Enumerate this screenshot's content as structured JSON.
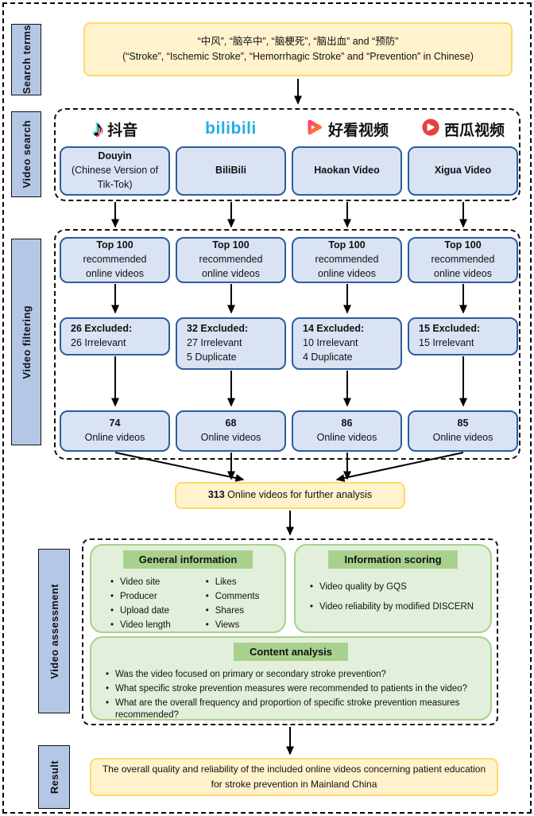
{
  "colors": {
    "section_label_bg": "#b4c7e7",
    "flow_box_bg": "#dae3f3",
    "flow_box_border": "#2e5c9e",
    "highlight_bg": "#fff2cc",
    "highlight_border": "#ffd966",
    "assessment_bg": "#e2efda",
    "assessment_accent": "#a9d18e",
    "bilibili_blue": "#23ade5",
    "xigua_red": "#e83e3e"
  },
  "search_terms": {
    "label": "Search terms",
    "line_cn": "“中风”, “脑卒中”, “脑梗死”, “脑出血” and “预防”",
    "line_en": "(“Stroke”, “Ischemic Stroke”, “Hemorrhagic Stroke” and “Prevention” in Chinese)"
  },
  "video_search": {
    "label": "Video search",
    "platforms": [
      {
        "icon": "douyin-note-icon",
        "logo_text": "抖音",
        "name": "Douyin",
        "subtitle": "(Chinese Version of Tik-Tok)"
      },
      {
        "icon": "bilibili-wordmark",
        "logo_text": "bilibili",
        "name": "BiliBili",
        "subtitle": ""
      },
      {
        "icon": "haokan-play-icon",
        "logo_text": "好看视频",
        "name": "Haokan Video",
        "subtitle": ""
      },
      {
        "icon": "xigua-play-icon",
        "logo_text": "西瓜视频",
        "name": "Xigua Video",
        "subtitle": ""
      }
    ]
  },
  "video_filtering": {
    "label": "Video filtering",
    "columns": [
      {
        "top_bold": "Top 100",
        "top_line1": "recommended",
        "top_line2": "online videos",
        "excluded_bold": "26 Excluded:",
        "excluded_lines": [
          "26 Irrelevant"
        ],
        "count": "74",
        "count_label": "Online videos"
      },
      {
        "top_bold": "Top 100",
        "top_line1": "recommended",
        "top_line2": "online videos",
        "excluded_bold": "32 Excluded:",
        "excluded_lines": [
          "27 Irrelevant",
          "5 Duplicate"
        ],
        "count": "68",
        "count_label": "Online videos"
      },
      {
        "top_bold": "Top 100",
        "top_line1": "recommended",
        "top_line2": "online videos",
        "excluded_bold": "14 Excluded:",
        "excluded_lines": [
          "10 Irrelevant",
          "4 Duplicate"
        ],
        "count": "86",
        "count_label": "Online videos"
      },
      {
        "top_bold": "Top 100",
        "top_line1": "recommended",
        "top_line2": "online videos",
        "excluded_bold": "15 Excluded:",
        "excluded_lines": [
          "15 Irrelevant"
        ],
        "count": "85",
        "count_label": "Online videos"
      }
    ]
  },
  "pooled": {
    "count": "313",
    "text": " Online videos for further analysis"
  },
  "video_assessment": {
    "label": "Video assessment",
    "general": {
      "title": "General information",
      "col1": [
        "Video site",
        "Producer",
        "Upload date",
        "Video length"
      ],
      "col2": [
        "Likes",
        "Comments",
        "Shares",
        "Views"
      ]
    },
    "scoring": {
      "title": "Information scoring",
      "items": [
        "Video quality by GQS",
        "Video reliability by modified DISCERN"
      ]
    },
    "content": {
      "title": "Content analysis",
      "items": [
        "Was the video focused on primary or secondary stroke prevention?",
        "What specific stroke prevention measures were recommended to patients in the video?",
        "What are the overall frequency and proportion of specific stroke prevention measures recommended?"
      ]
    }
  },
  "result": {
    "label": "Result",
    "text": "The overall quality and reliability of the included online videos concerning patient education for stroke prevention in Mainland China"
  }
}
